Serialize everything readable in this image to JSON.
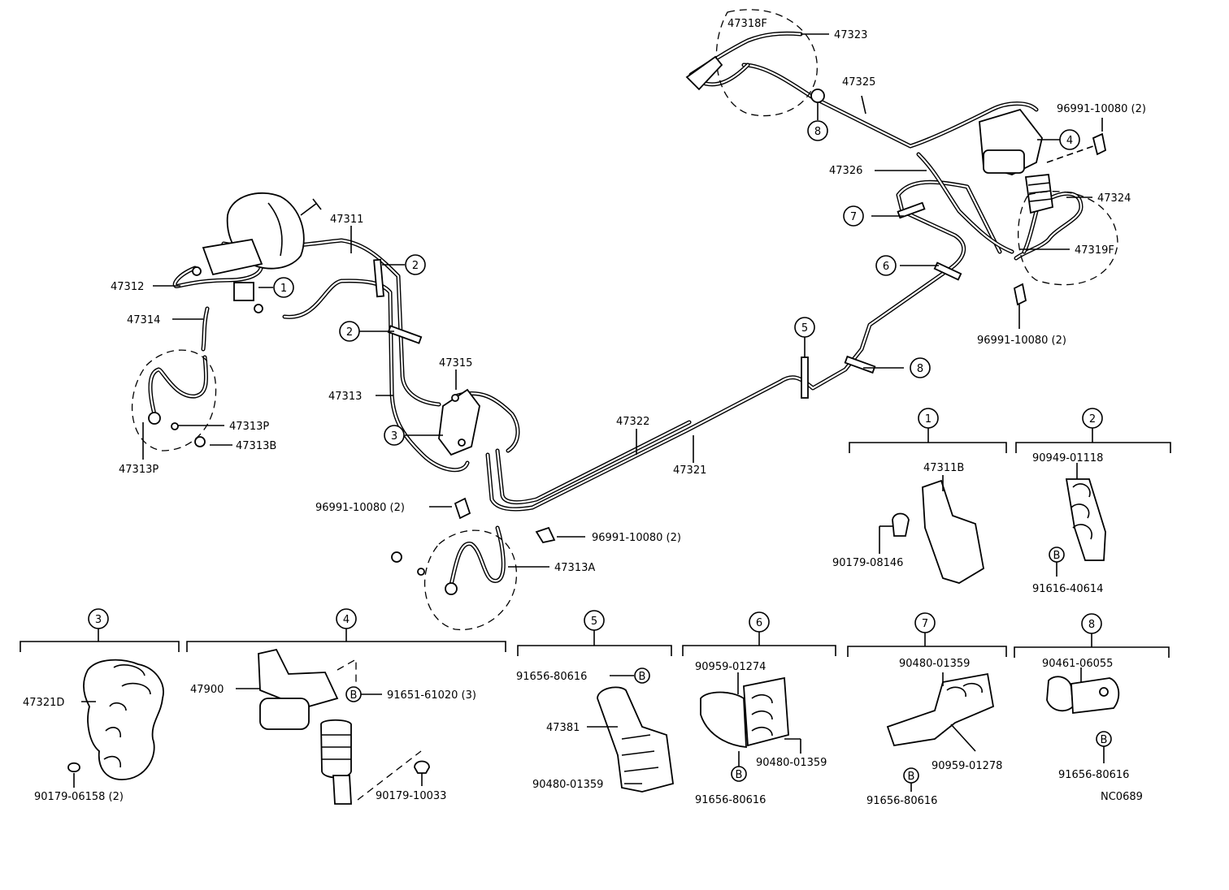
{
  "labels": {
    "p47311": "47311",
    "p47312": "47312",
    "p47314": "47314",
    "p47313P_a": "47313P",
    "p47313P_b": "47313P",
    "p47313B": "47313B",
    "p47313": "47313",
    "p47315": "47315",
    "p96991_a": "96991-10080 (2)",
    "p96991_b": "96991-10080 (2)",
    "p96991_c": "96991-10080 (2)",
    "p96991_d": "96991-10080 (2)",
    "p47313A": "47313A",
    "p47322": "47322",
    "p47321": "47321",
    "p47318F": "47318F",
    "p47323": "47323",
    "p47325": "47325",
    "p47326": "47326",
    "p47324": "47324",
    "p47319F": "47319F"
  },
  "callouts": {
    "c1": "1",
    "c2a": "2",
    "c2b": "2",
    "c3": "3",
    "c4": "4",
    "c5": "5",
    "c6": "6",
    "c7": "7",
    "c8a": "8",
    "c8b": "8"
  },
  "details": {
    "d1": {
      "num": "1",
      "parts": {
        "a": "47311B",
        "b": "90179-08146"
      }
    },
    "d2": {
      "num": "2",
      "parts": {
        "a": "90949-01118",
        "b": "91616-40614"
      },
      "marker": "B"
    },
    "d3": {
      "num": "3",
      "parts": {
        "a": "47321D",
        "b": "90179-06158 (2)"
      }
    },
    "d4": {
      "num": "4",
      "parts": {
        "a": "47900",
        "b": "91651-61020 (3)",
        "c": "90179-10033"
      },
      "marker": "B"
    },
    "d5": {
      "num": "5",
      "parts": {
        "a": "91656-80616",
        "b": "47381",
        "c": "90480-01359"
      },
      "marker": "B"
    },
    "d6": {
      "num": "6",
      "parts": {
        "a": "90959-01274",
        "b": "90480-01359",
        "c": "91656-80616"
      },
      "marker": "B"
    },
    "d7": {
      "num": "7",
      "parts": {
        "a": "90480-01359",
        "b": "90959-01278",
        "c": "91656-80616"
      },
      "marker": "B"
    },
    "d8": {
      "num": "8",
      "parts": {
        "a": "90461-06055",
        "b": "91656-80616"
      },
      "marker": "B"
    }
  },
  "code": "NC0689"
}
